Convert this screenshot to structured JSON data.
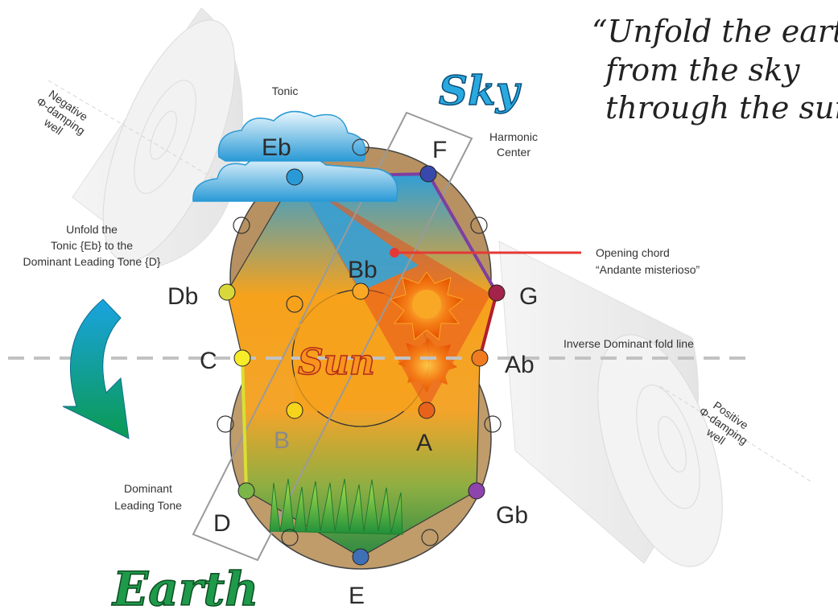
{
  "quote": {
    "line1": "“Unfold the earth",
    "line2": "from the sky",
    "line3": "through the sun.”"
  },
  "titles": {
    "sky": "Sky",
    "sun": "Sun",
    "earth": "Earth"
  },
  "annotations": {
    "tonic": "Tonic",
    "harmonic_center_1": "Harmonic",
    "harmonic_center_2": "Center",
    "negative_well_1": "Negative",
    "negative_well_2": "Φ-damping",
    "negative_well_3": "well",
    "positive_well_1": "Positive",
    "positive_well_2": "Φ-damping",
    "positive_well_3": "well",
    "unfold_1": "Unfold the",
    "unfold_2": "Tonic {Eb} to the",
    "unfold_3": "Dominant Leading Tone {D}",
    "opening_chord_1": "Opening chord",
    "opening_chord_2": "“Andante misterioso”",
    "fold_line": "Inverse Dominant fold line",
    "dominant_1": "Dominant",
    "dominant_2": "Leading Tone"
  },
  "notes": {
    "Eb": "Eb",
    "F": "F",
    "Bb": "Bb",
    "Db": "Db",
    "G": "G",
    "C": "C",
    "Ab": "Ab",
    "B": "B",
    "A": "A",
    "D": "D",
    "Gb": "Gb",
    "E": "E"
  },
  "colors": {
    "sky_blue": "#3aa9dd",
    "orange": "#f7a21b",
    "grass_green": "#2ea043",
    "red_line": "#e53935",
    "purple_edge": "#7e3fa0",
    "yellow_edge": "#d8e034"
  }
}
